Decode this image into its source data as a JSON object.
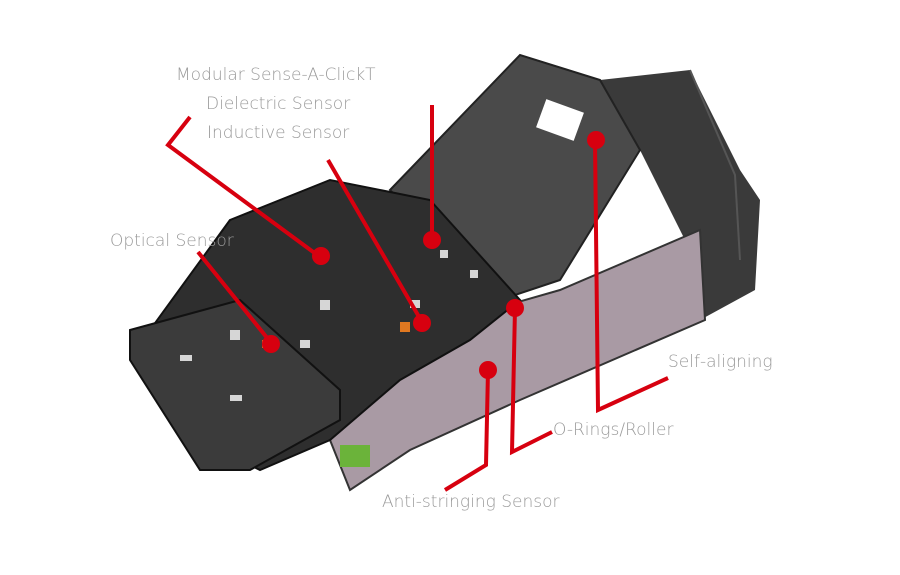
{
  "diagram": {
    "subject": "Bill validator mechanism (isometric view)",
    "accent_color": "#d7000f",
    "label_color": "#9a9a9a",
    "labels": [
      {
        "id": "modular",
        "text": "Modular Sense-A-ClickT"
      },
      {
        "id": "dielectric",
        "text": "Dielectric Sensor"
      },
      {
        "id": "inductive",
        "text": "Inductive Sensor"
      },
      {
        "id": "optical",
        "text": "Optical Sensor"
      },
      {
        "id": "self-aligning",
        "text": "Self-aligning"
      },
      {
        "id": "o-rings",
        "text": "O-Rings/Roller"
      },
      {
        "id": "anti-stringing",
        "text": "Anti-stringing Sensor"
      }
    ]
  }
}
